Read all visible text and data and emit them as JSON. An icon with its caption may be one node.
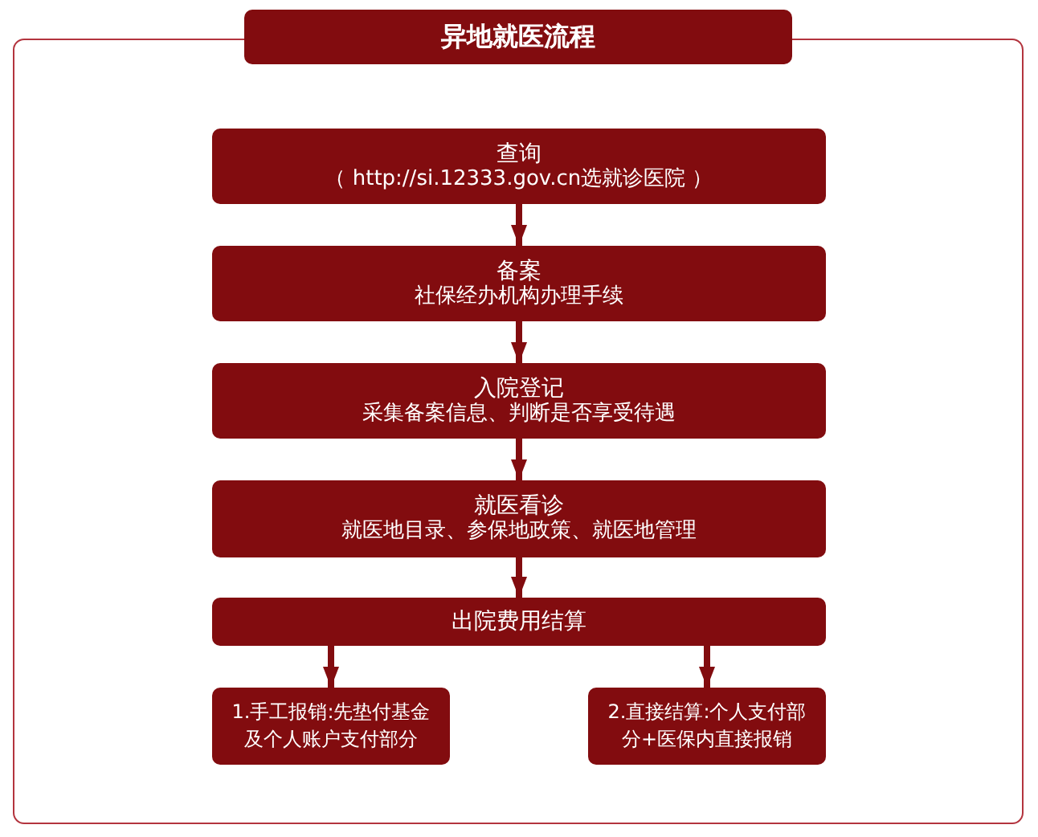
{
  "diagram": {
    "nodes": [
      {
        "text": [
          "异地就医流程"
        ]
      },
      {
        "text": [
          "查询",
          "（ http://si.12333.gov.cn选就诊医院 ）"
        ]
      },
      {
        "text": [
          "备案",
          "社保经办机构办理手续"
        ]
      },
      {
        "text": [
          "入院登记",
          "采集备案信息、判断是否享受待遇"
        ]
      },
      {
        "text": [
          "就医看诊",
          "就医地目录、参保地政策、就医地管理"
        ]
      },
      {
        "text": [
          "出院费用结算"
        ]
      },
      {
        "text": [
          "1.手工报销:先垫付基金及个人账户支付部分"
        ]
      },
      {
        "text": [
          "2.直接结算:个人支付部分+医保内直接报销"
        ]
      }
    ],
    "edges": [
      {
        "from": 1,
        "to": 2,
        "arrow": "to"
      },
      {
        "from": 2,
        "to": 3,
        "arrow": "to"
      },
      {
        "from": 3,
        "to": 4,
        "arrow": "to"
      },
      {
        "from": 4,
        "to": 5,
        "arrow": "to"
      },
      {
        "from": 5,
        "to": 6,
        "arrow": "to"
      },
      {
        "from": 5,
        "to": 7,
        "arrow": "to"
      }
    ]
  }
}
